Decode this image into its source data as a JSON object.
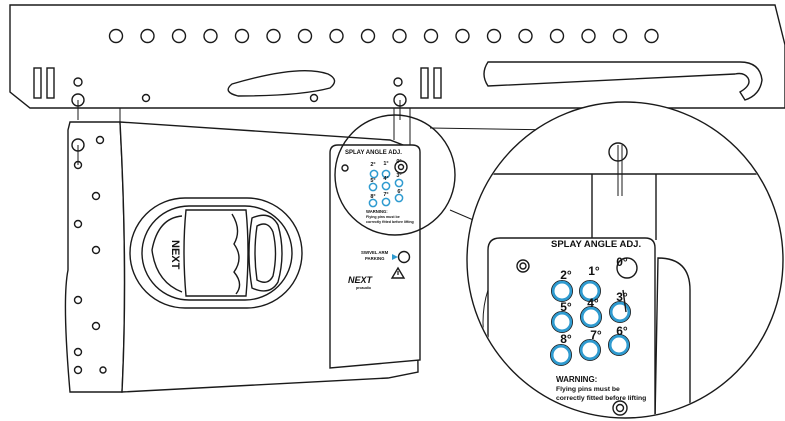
{
  "diagram": {
    "colors": {
      "line": "#1a1a1a",
      "hole_ring": "#2f9bd0",
      "background": "#ffffff"
    },
    "panel": {
      "title": "SPLAY ANGLE ADJ.",
      "warning_title": "WARNING:",
      "warning_line1": "Flying pins must be",
      "warning_line2": "correctly fitted before lifting",
      "swivel_line1": "SWIVEL ARM",
      "swivel_line2": "PARKING",
      "brand_logo": "NEXT",
      "brand_sub": "proaudio",
      "handle_logo": "NEXT"
    },
    "angles": [
      {
        "label": "1°"
      },
      {
        "label": "2°"
      },
      {
        "label": "3°"
      },
      {
        "label": "4°"
      },
      {
        "label": "5°"
      },
      {
        "label": "6°"
      },
      {
        "label": "7°"
      },
      {
        "label": "8°"
      },
      {
        "label": "0°"
      }
    ]
  }
}
